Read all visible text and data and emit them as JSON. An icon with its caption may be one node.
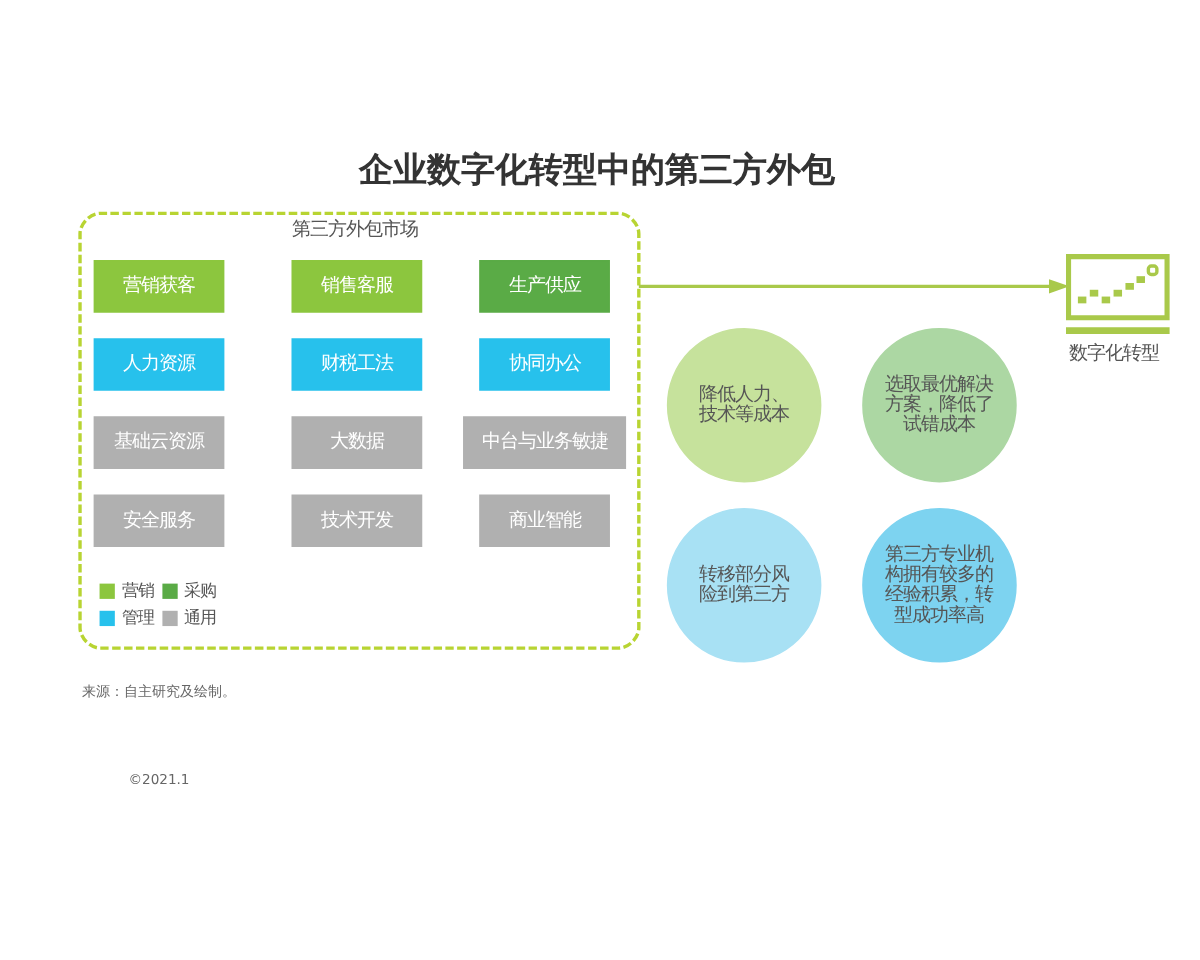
{
  "diagram": {
    "title": "企业数字化转型中的第三方外包",
    "nodes": [
      {
        "text": [
          "第三方外包市场"
        ]
      },
      {
        "text": [
          "营销获客"
        ],
        "in": 0
      },
      {
        "text": [
          "销售客服"
        ],
        "in": 0
      },
      {
        "text": [
          "生产供应"
        ],
        "in": 0
      },
      {
        "text": [
          "人力资源"
        ],
        "in": 0
      },
      {
        "text": [
          "财税工法"
        ],
        "in": 0
      },
      {
        "text": [
          "协同办公"
        ],
        "in": 0
      },
      {
        "text": [
          "基础云资源"
        ],
        "in": 0
      },
      {
        "text": [
          "大数据"
        ],
        "in": 0
      },
      {
        "text": [
          "中台与业务敏捷"
        ],
        "in": 0
      },
      {
        "text": [
          "安全服务"
        ],
        "in": 0
      },
      {
        "text": [
          "技术开发"
        ],
        "in": 0
      },
      {
        "text": [
          "商业智能"
        ],
        "in": 0
      },
      {
        "text": [
          "降低人力、技术等成本"
        ]
      },
      {
        "text": [
          "选取最优解决方案，降低了试错成本"
        ]
      },
      {
        "text": [
          "转移部分风险到第三方"
        ]
      },
      {
        "text": [
          "第三方专业机构拥有较多的经验积累，转型成功率高"
        ]
      },
      {
        "text": [],
        "shape": "picture",
        "beside": [
          "数字化转型"
        ]
      }
    ],
    "edges": [
      {
        "from": 0,
        "to": 17,
        "arrow": "to"
      }
    ],
    "labels": [
      "来源：自主研究及绘制。",
      "©2021.1"
    ],
    "legend": [
      {
        "text": "营销",
        "color": "#8cc63e"
      },
      {
        "text": "采购",
        "color": "#5aab46"
      },
      {
        "text": "管理",
        "color": "#27c1ec"
      },
      {
        "text": "通用",
        "color": "#b0b0b0"
      }
    ]
  }
}
